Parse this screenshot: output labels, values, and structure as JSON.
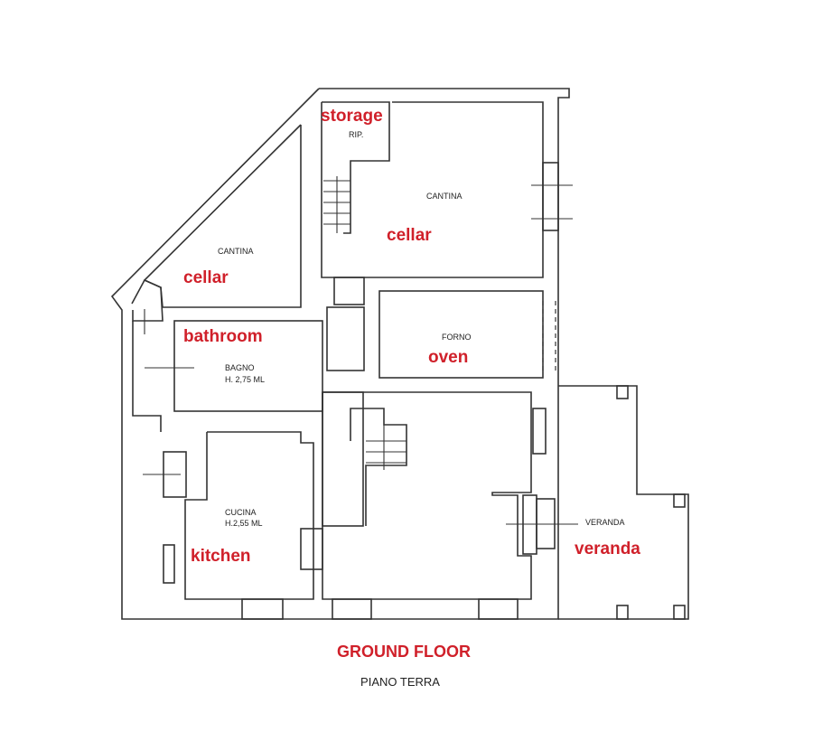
{
  "plan": {
    "title": "GROUND FLOOR",
    "subtitle": "PIANO TERRA",
    "accent_color": "#d0202a",
    "rooms": [
      {
        "id": "storage",
        "label_it": "RIP.",
        "label_en": "storage"
      },
      {
        "id": "cellar-right",
        "label_it": "CANTINA",
        "label_en": "cellar"
      },
      {
        "id": "cellar-left",
        "label_it": "CANTINA",
        "label_en": "cellar"
      },
      {
        "id": "bathroom",
        "label_it": "BAGNO",
        "height": "H. 2,75 ML",
        "label_en": "bathroom"
      },
      {
        "id": "oven",
        "label_it": "FORNO",
        "label_en": "oven"
      },
      {
        "id": "kitchen",
        "label_it": "CUCINA",
        "height": "H.2,55 ML",
        "label_en": "kitchen"
      },
      {
        "id": "veranda",
        "label_it": "VERANDA",
        "label_en": "veranda"
      }
    ]
  }
}
